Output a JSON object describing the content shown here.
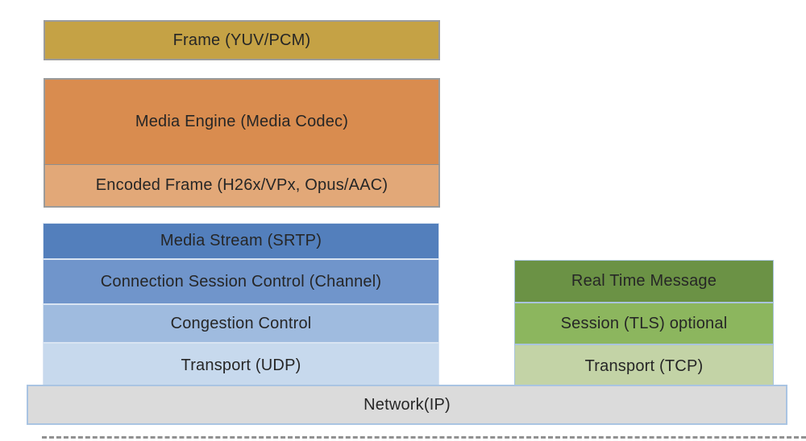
{
  "diagram": {
    "description_colors": {
      "gold": "#c5a245",
      "orange": "#d98c4f",
      "light_orange": "#e2a878",
      "blue_dark": "#537fbc",
      "blue_medium": "#7095cb",
      "blue_light": "#9fbbdf",
      "blue_pale": "#c7d9ed",
      "green_dark": "#6b9245",
      "green_medium": "#8cb65e",
      "green_pale": "#c3d3a6",
      "gray": "#dbdbdb",
      "text": "#262626"
    },
    "frame": {
      "label": "Frame (YUV/PCM)",
      "color": "#c5a245"
    },
    "media_engine": {
      "label": "Media Engine (Media Codec)",
      "color": "#d98c4f"
    },
    "encoded_frame": {
      "label": "Encoded Frame (H26x/VPx, Opus/AAC)",
      "color": "#e2a878"
    },
    "media_stack": [
      {
        "label": "Media Stream (SRTP)",
        "color": "#537fbc"
      },
      {
        "label": "Connection Session Control (Channel)",
        "color": "#7095cb"
      },
      {
        "label": "Congestion Control",
        "color": "#9fbbdf"
      },
      {
        "label": "Transport (UDP)",
        "color": "#c7d9ed"
      }
    ],
    "message_stack": [
      {
        "label": "Real Time Message",
        "color": "#6b9245"
      },
      {
        "label": "Session (TLS) optional",
        "color": "#8cb65e"
      },
      {
        "label": "Transport (TCP)",
        "color": "#c3d3a6"
      }
    ],
    "network": {
      "label": "Network(IP)",
      "color": "#dbdbdb"
    }
  }
}
